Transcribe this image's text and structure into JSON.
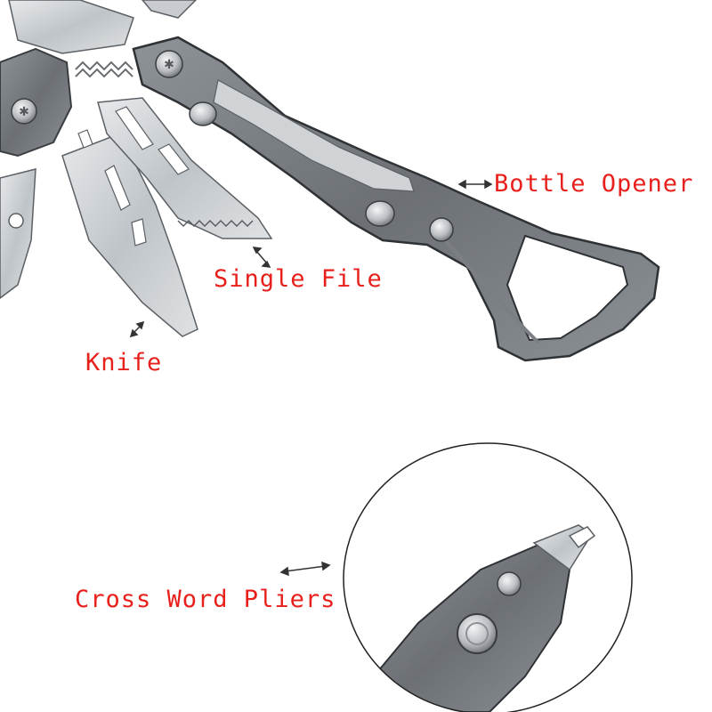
{
  "labels": {
    "bottle_opener": "Bottle Opener",
    "single_file": "Single File",
    "knife": "Knife",
    "cross_word_pliers": "Cross Word Pliers"
  },
  "colors": {
    "label_text": "#e8201c",
    "arrow": "#333333",
    "metal_dark": "#6f7378",
    "metal_mid": "#9aa0a6",
    "metal_light": "#d7dbde",
    "outline": "#3a3d40"
  }
}
